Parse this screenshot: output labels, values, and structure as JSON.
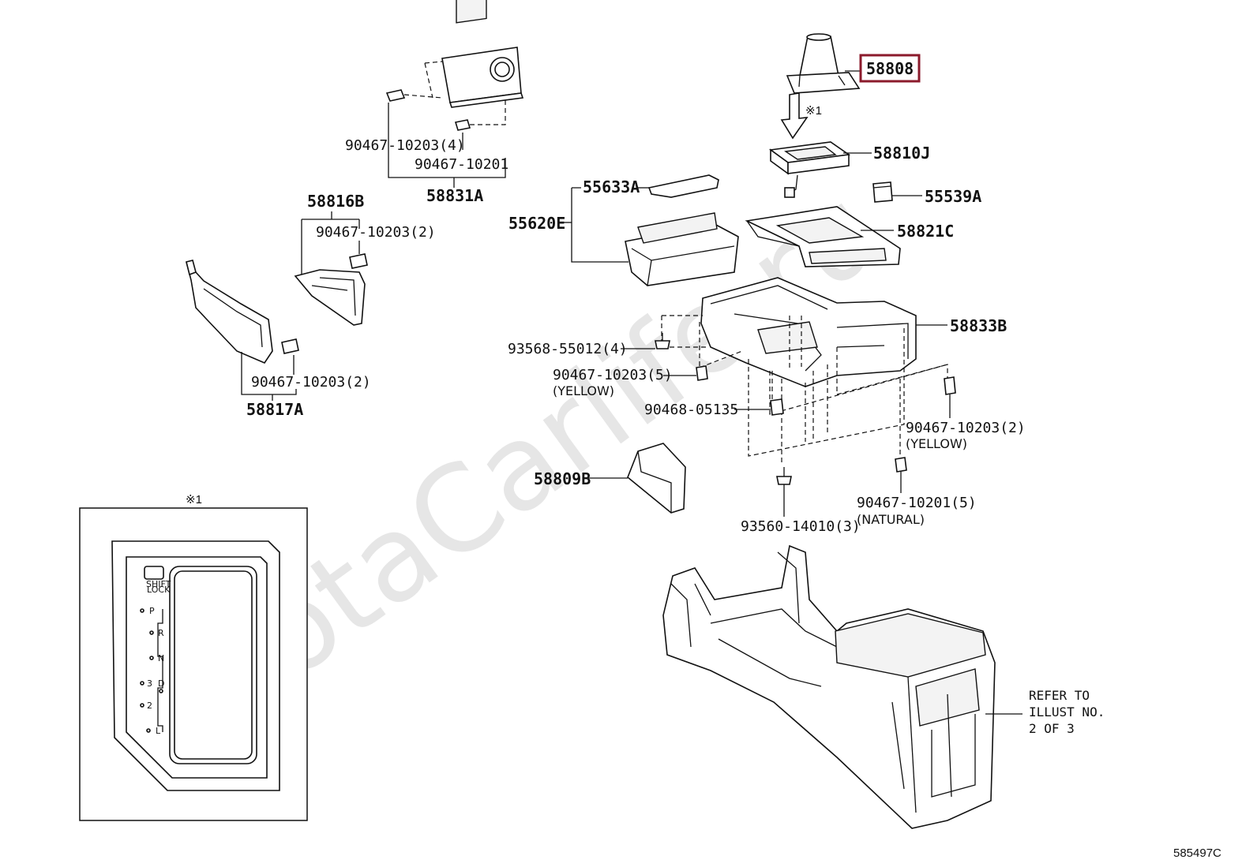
{
  "watermark": "ToyotaCarlife.ru",
  "highlight_color": "#8b1a2b",
  "highlighted_part": "58808",
  "note_symbol": "※1",
  "diagram_code": "585497C",
  "reference": {
    "line1": "REFER TO",
    "line2": "ILLUST NO.",
    "line3": "2 OF 3"
  },
  "labels": {
    "p_58810J": "58810J",
    "p_55539A": "55539A",
    "p_55633A": "55633A",
    "p_55620E": "55620E",
    "p_58821C": "58821C",
    "p_58833B": "58833B",
    "p_58831A": "58831A",
    "p_58816B": "58816B",
    "p_58817A": "58817A",
    "p_58809B": "58809B",
    "b_90467_10203_4": "90467-10203(4)",
    "b_90467_10201": "90467-10201",
    "b_90467_10203_2a": "90467-10203(2)",
    "b_90467_10203_2b": "90467-10203(2)",
    "b_93568_55012_4": "93568-55012(4)",
    "b_90467_10203_5": "90467-10203(5)",
    "yellow1": "(YELLOW)",
    "b_90468_05135": "90468-05135",
    "b_90467_10203_2c": "90467-10203(2)",
    "yellow2": "(YELLOW)",
    "b_90467_10201_5": "90467-10201(5)",
    "natural": "(NATURAL)",
    "b_93560_14010_3": "93560-14010(3)"
  },
  "shift_gate": {
    "lock_label_1": "SHIFT",
    "lock_label_2": "LOCK",
    "positions": [
      "P",
      "R",
      "N",
      "D",
      "3",
      "2",
      "L"
    ]
  }
}
